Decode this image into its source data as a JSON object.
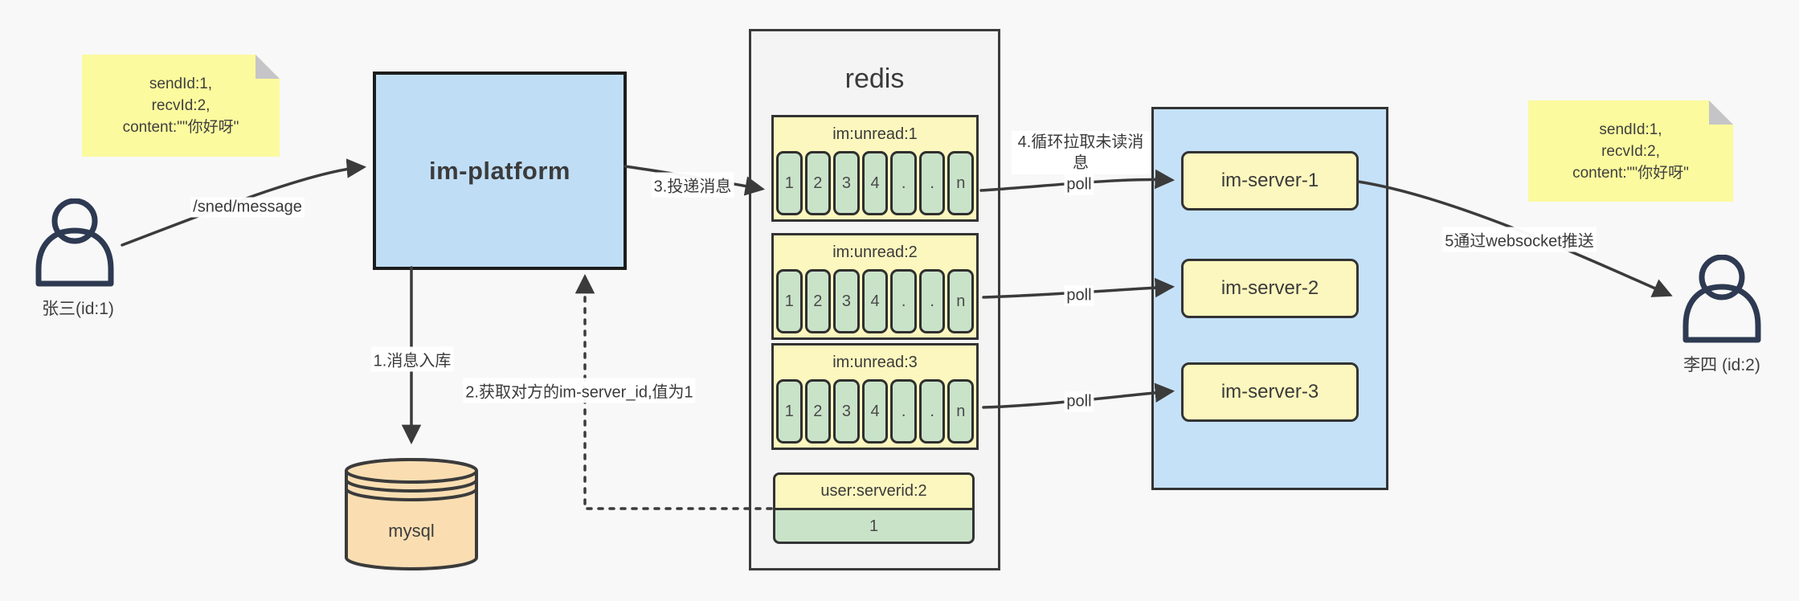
{
  "notes": {
    "left": {
      "lines": [
        "sendId:1,",
        "recvId:2,",
        "content:\"\"你好呀\""
      ]
    },
    "right": {
      "lines": [
        "sendId:1,",
        "recvId:2,",
        "content:\"\"你好呀\""
      ]
    }
  },
  "actors": {
    "sender": {
      "label": "张三(id:1)"
    },
    "receiver": {
      "label": "李四 (id:2)"
    }
  },
  "platform": {
    "label": "im-platform"
  },
  "database": {
    "label": "mysql"
  },
  "redis": {
    "title": "redis",
    "lists": [
      {
        "header": "im:unread:1",
        "cells": [
          "1",
          "2",
          "3",
          "4",
          ".",
          ".",
          "n"
        ]
      },
      {
        "header": "im:unread:2",
        "cells": [
          "1",
          "2",
          "3",
          "4",
          ".",
          ".",
          "n"
        ]
      },
      {
        "header": "im:unread:3",
        "cells": [
          "1",
          "2",
          "3",
          "4",
          ".",
          ".",
          "n"
        ]
      }
    ],
    "kv": {
      "key": "user:serverid:2",
      "value": "1"
    }
  },
  "servers": [
    {
      "label": "im-server-1"
    },
    {
      "label": "im-server-2"
    },
    {
      "label": "im-server-3"
    }
  ],
  "edge_labels": {
    "send_api": "/sned/message",
    "step1": "1.消息入库",
    "step2": "2.获取对方的im-server_id,值为1",
    "step3": "3.投递消息",
    "step4": "4.循环拉取未读消息",
    "poll_a": "poll",
    "poll_b": "poll",
    "poll_c": "poll",
    "step5": "5通过websocket推送"
  },
  "colors": {
    "note_bg": "#fbfa9e",
    "blue_box": "#bfdef6",
    "yellow_box": "#fcf7be",
    "green_cell": "#c9e3c9",
    "orange_db": "#fadeb2",
    "gray_panel": "#f4f4f4",
    "stroke": "#3b3b3b",
    "person": "#2e3a52"
  }
}
